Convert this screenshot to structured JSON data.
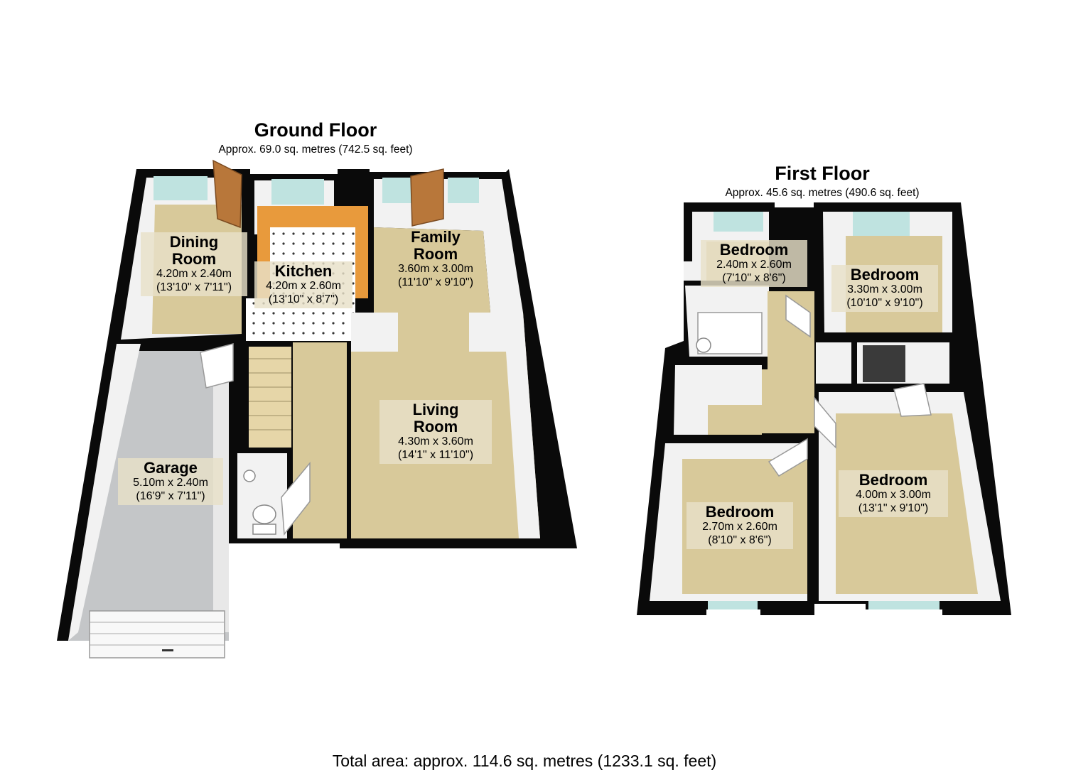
{
  "ground_floor": {
    "title": "Ground Floor",
    "area": "Approx. 69.0 sq. metres (742.5 sq. feet)",
    "rooms": [
      {
        "name_line1": "Dining",
        "name_line2": "Room",
        "metric": "4.20m x 2.40m",
        "imperial": "(13'10\" x 7'11\")"
      },
      {
        "name_line1": "Kitchen",
        "name_line2": "",
        "metric": "4.20m x 2.60m",
        "imperial": "(13'10\" x 8'7\")"
      },
      {
        "name_line1": "Family",
        "name_line2": "Room",
        "metric": "3.60m x 3.00m",
        "imperial": "(11'10\" x 9'10\")"
      },
      {
        "name_line1": "Living",
        "name_line2": "Room",
        "metric": "4.30m x 3.60m",
        "imperial": "(14'1\" x 11'10\")"
      },
      {
        "name_line1": "Garage",
        "name_line2": "",
        "metric": "5.10m x 2.40m",
        "imperial": "(16'9\" x 7'11\")"
      }
    ]
  },
  "first_floor": {
    "title": "First Floor",
    "area": "Approx. 45.6 sq. metres (490.6 sq. feet)",
    "rooms": [
      {
        "name_line1": "Bedroom",
        "name_line2": "",
        "metric": "2.40m x 2.60m",
        "imperial": "(7'10\" x 8'6\")"
      },
      {
        "name_line1": "Bedroom",
        "name_line2": "",
        "metric": "3.30m x 3.00m",
        "imperial": "(10'10\" x 9'10\")"
      },
      {
        "name_line1": "Bedroom",
        "name_line2": "",
        "metric": "4.00m x 3.00m",
        "imperial": "(13'1\" x 9'10\")"
      },
      {
        "name_line1": "Bedroom",
        "name_line2": "",
        "metric": "2.70m x 2.60m",
        "imperial": "(8'10\" x 8'6\")"
      }
    ]
  },
  "total_area": "Total area: approx. 114.6 sq. metres (1233.1 sq. feet)",
  "colors": {
    "wall": "#0a0a0a",
    "carpet": "#d8c99a",
    "garage_floor": "#c4c6c8",
    "kitchen_counter": "#e89a3c",
    "wood_door": "#b8773a",
    "window_glass": "#bfe3e0",
    "inner_wall": "#f2f2f2"
  }
}
